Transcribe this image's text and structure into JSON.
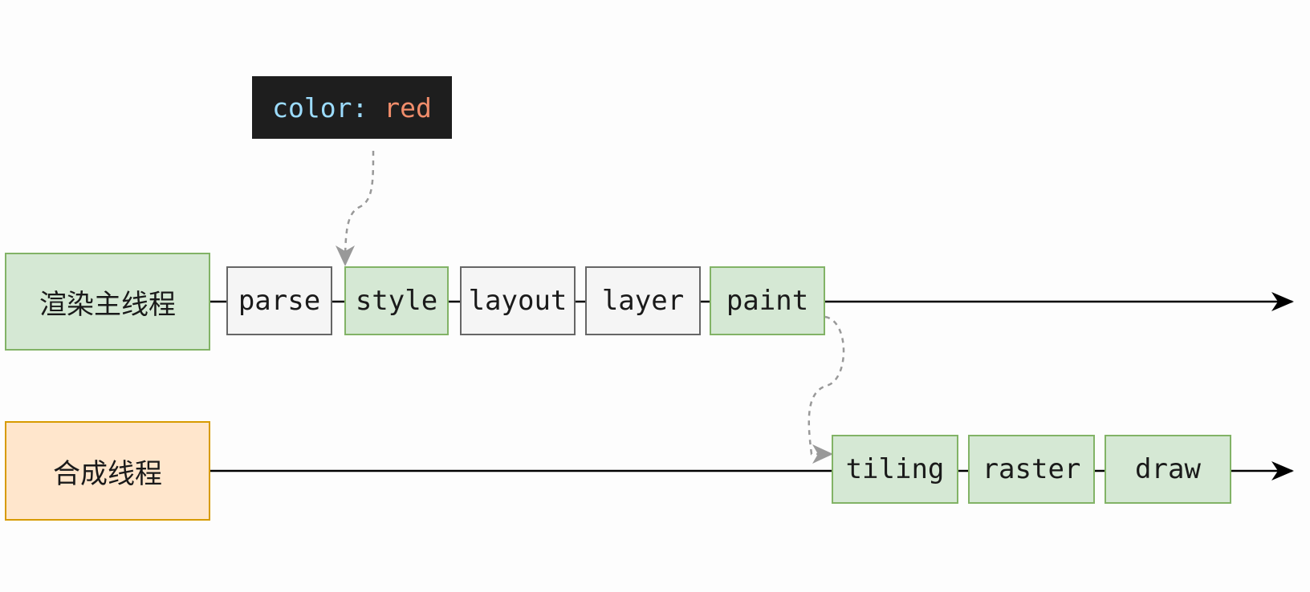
{
  "code_snippet": {
    "property": "color:",
    "value": "red"
  },
  "threads": {
    "main": {
      "label": "渲染主线程",
      "stages": [
        "parse",
        "style",
        "layout",
        "layer",
        "paint"
      ]
    },
    "compositor": {
      "label": "合成线程",
      "stages": [
        "tiling",
        "raster",
        "draw"
      ]
    }
  },
  "colors": {
    "highlight_fill": "#d5e8d4",
    "highlight_border": "#82b366",
    "neutral_fill": "#f5f5f5",
    "neutral_border": "#666666",
    "compositor_fill": "#ffe6cc",
    "compositor_border": "#d79b00",
    "code_background": "#1e1e1e",
    "code_key": "#9cdcfe",
    "code_value": "#f08d6b",
    "dashed_arrow": "#999999"
  }
}
